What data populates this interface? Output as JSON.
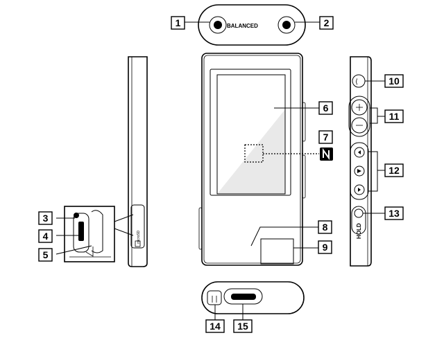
{
  "top_panel": {
    "label": "BALANCED"
  },
  "side_small_text": "HOLD",
  "callouts": [
    "1",
    "2",
    "3",
    "4",
    "5",
    "6",
    "7",
    "8",
    "9",
    "10",
    "11",
    "12",
    "13",
    "14",
    "15"
  ],
  "screen_fill": "#e9e9e9"
}
